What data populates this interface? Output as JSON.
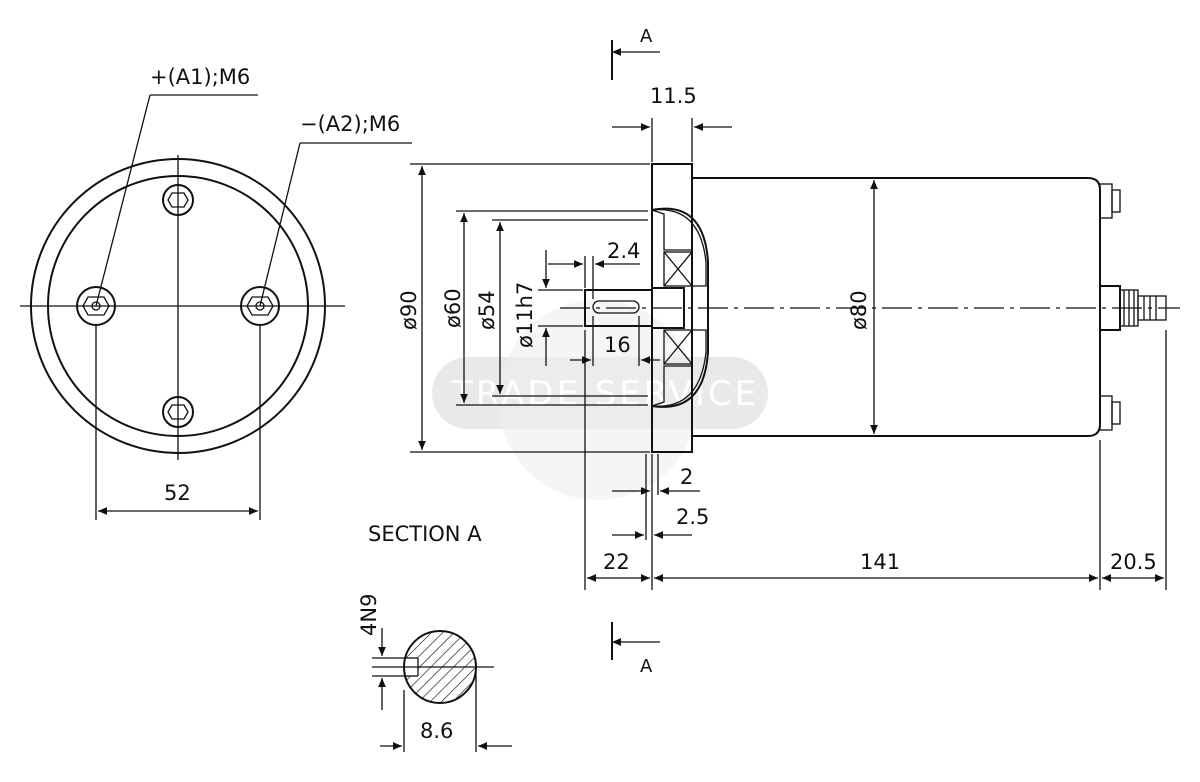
{
  "end_view": {
    "terminal_positive": "+(A1);M6",
    "terminal_negative": "−(A2);M6",
    "dim_bolt_spacing": "52"
  },
  "side_view": {
    "section_mark_top": "A",
    "section_mark_bottom": "A",
    "dim_flange": "11.5",
    "dim_dia_90": "ø90",
    "dim_dia_60": "ø60",
    "dim_dia_54": "ø54",
    "dim_shaft": "ø11h7",
    "dim_key_offset": "2.4",
    "dim_key_length": "16",
    "dim_body_dia": "ø80",
    "dim_2": "2",
    "dim_2_5": "2.5",
    "dim_shaft_len": "22",
    "dim_body_len": "141",
    "dim_terminal_len": "20.5"
  },
  "section": {
    "title": "SECTION A",
    "dim_key_width": "4N9",
    "dim_key_depth": "8.6"
  },
  "watermark": "TRADE SERVICE"
}
